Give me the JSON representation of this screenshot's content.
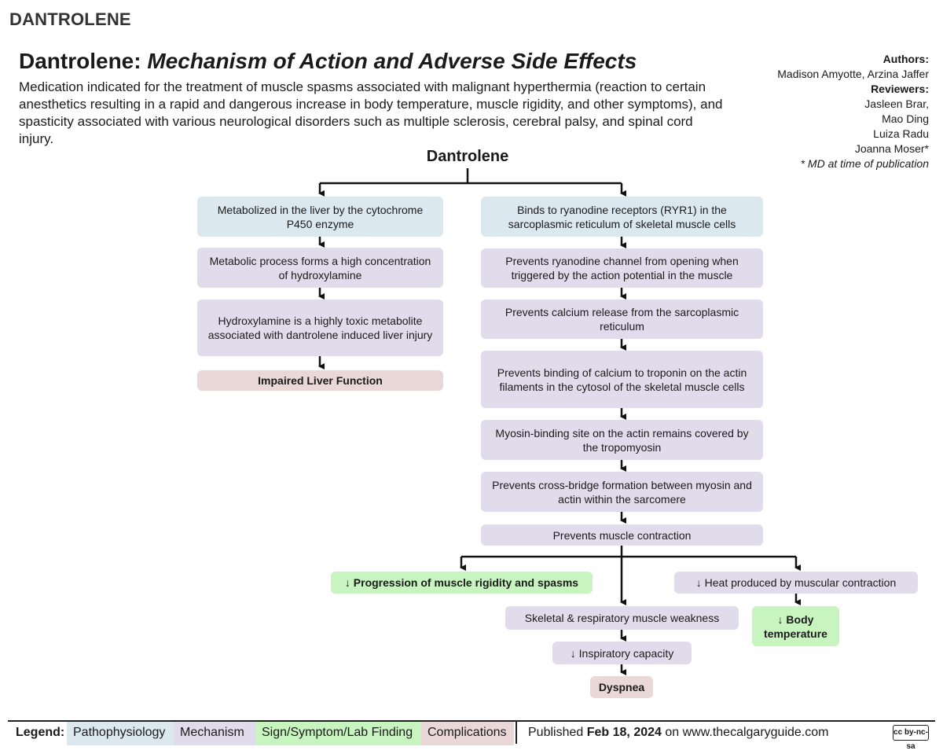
{
  "doc_title": "DANTROLENE",
  "title": {
    "bold": "Dantrolene:",
    "italic": "Mechanism of Action and Adverse Side Effects"
  },
  "description": "Medication indicated for the treatment of muscle spasms associated with malignant hyperthermia (reaction to certain anesthetics resulting in a rapid and dangerous increase in body temperature, muscle rigidity, and other symptoms), and spasticity associated with various neurological disorders such as multiple sclerosis, cerebral palsy, and spinal cord injury.",
  "credits": {
    "authors_label": "Authors:",
    "authors": "Madison Amyotte, Arzina Jaffer",
    "reviewers_label": "Reviewers:",
    "reviewers": [
      "Jasleen Brar,",
      "Mao Ding",
      "Luiza Radu",
      "Joanna Moser*"
    ],
    "note": "* MD at time of publication"
  },
  "root": "Dantrolene",
  "left_chain": [
    "Metabolized in the liver by the cytochrome P450 enzyme",
    "Metabolic process forms a high concentration of  hydroxylamine",
    "Hydroxylamine is a highly toxic metabolite associated with dantrolene induced liver injury",
    "Impaired Liver Function"
  ],
  "right_chain": [
    "Binds to ryanodine receptors (RYR1) in the sarcoplasmic reticulum of skeletal muscle cells",
    "Prevents ryanodine channel from opening when triggered by the action potential in the muscle",
    "Prevents calcium release from the sarcoplasmic reticulum",
    "Prevents binding of calcium to troponin on the actin filaments in the cytosol of the skeletal muscle cells",
    "Myosin-binding site on the actin remains covered by the tropomyosin",
    "Prevents cross-bridge formation between myosin and actin within the sarcomere",
    "Prevents muscle contraction"
  ],
  "outcomes": {
    "rigidity": "↓ Progression of muscle rigidity and spasms",
    "weakness": "Skeletal & respiratory muscle weakness",
    "inspiratory": "↓ Inspiratory capacity",
    "dyspnea": "Dyspnea",
    "heat": "↓ Heat produced by muscular contraction",
    "body_temp": "↓ Body temperature"
  },
  "legend": {
    "label": "Legend:",
    "items": [
      "Pathophysiology",
      "Mechanism",
      "Sign/Symptom/Lab Finding",
      "Complications"
    ],
    "published_prefix": "Published",
    "published_date": "Feb 18, 2024",
    "published_suffix": "on www.thecalgaryguide.com",
    "license": "cc by-nc-sa"
  },
  "colors": {
    "pathophysiology": "#dce8ef",
    "mechanism": "#e1dcec",
    "sign": "#c8f4c0",
    "complications": "#ead8d8"
  }
}
